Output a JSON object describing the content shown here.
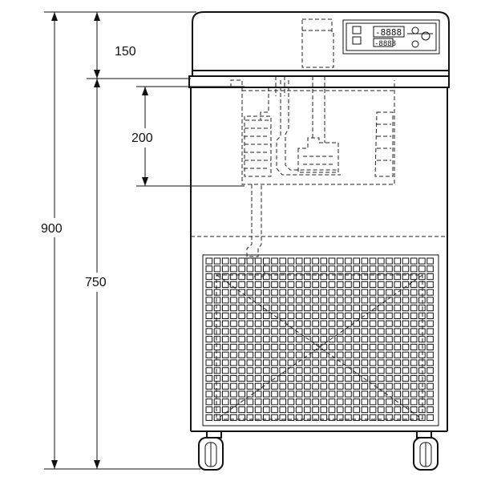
{
  "dimensions": {
    "total_height": "900",
    "body_height": "750",
    "top_height": "150",
    "tank_depth": "200"
  },
  "control_panel": {
    "display_upper": "-8888",
    "display_lower": "-8888"
  },
  "grille": {
    "rows": 21,
    "cols": 28
  }
}
